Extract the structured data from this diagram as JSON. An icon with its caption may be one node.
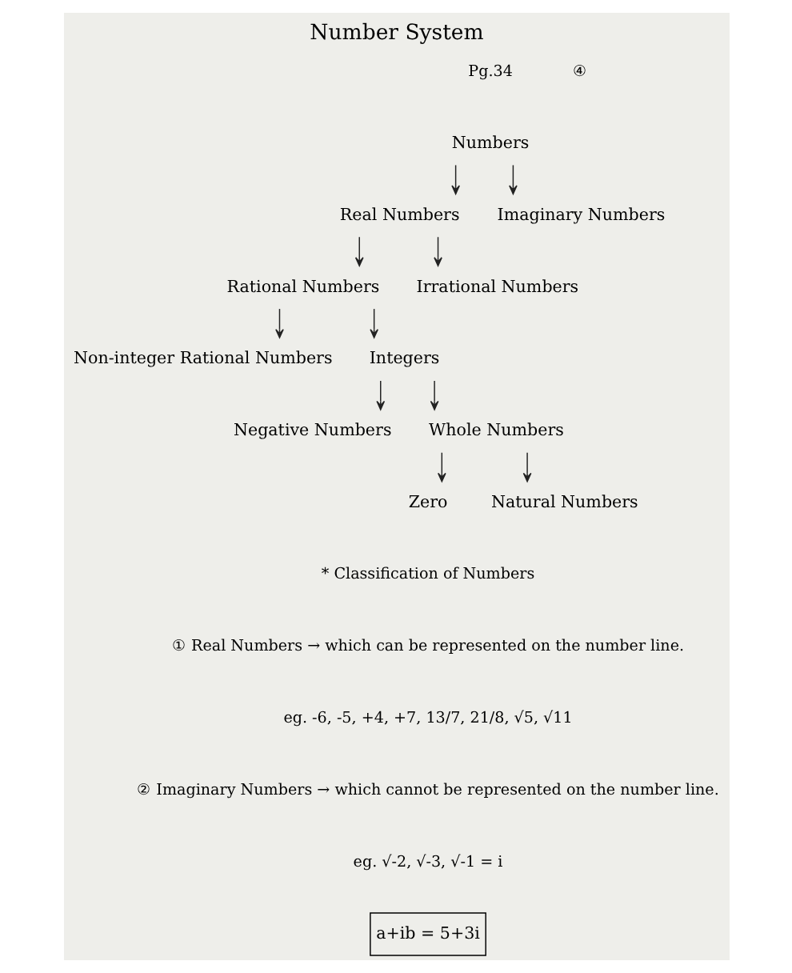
{
  "diagram": {
    "title": "Number System",
    "nodes": [
      {
        "text": [
          "Numbers"
        ]
      },
      {
        "text": [
          "Real Numbers"
        ]
      },
      {
        "text": [
          "Imaginary Numbers"
        ]
      },
      {
        "text": [
          "Rational Numbers"
        ]
      },
      {
        "text": [
          "Irrational Numbers"
        ]
      },
      {
        "text": [
          "Non-integer Rational Numbers"
        ]
      },
      {
        "text": [
          "Integers"
        ]
      },
      {
        "text": [
          "Negative Numbers"
        ]
      },
      {
        "text": [
          "Whole Numbers"
        ]
      },
      {
        "text": [
          "Zero"
        ]
      },
      {
        "text": [
          "Natural Numbers"
        ]
      },
      {
        "text": [
          "a+ib = 5+3i"
        ]
      }
    ],
    "edges": [
      {
        "from": 0,
        "to": 1,
        "arrow": "to"
      },
      {
        "from": 0,
        "to": 2,
        "arrow": "to"
      },
      {
        "from": 1,
        "to": 3,
        "arrow": "to"
      },
      {
        "from": 1,
        "to": 4,
        "arrow": "to"
      },
      {
        "from": 3,
        "to": 5,
        "arrow": "to"
      },
      {
        "from": 3,
        "to": 6,
        "arrow": "to"
      },
      {
        "from": 6,
        "to": 7,
        "arrow": "to"
      },
      {
        "from": 6,
        "to": 8,
        "arrow": "to"
      },
      {
        "from": 8,
        "to": 9,
        "arrow": "to"
      },
      {
        "from": 8,
        "to": 10,
        "arrow": "to"
      }
    ],
    "labels": [
      "Pg.34",
      "④",
      "* Classification of Numbers",
      "① Real Numbers → which can be represented on the number line.",
      "eg. -6, -5, +4, +7, 13/7, 21/8, √5, √11",
      "② Imaginary Numbers → which cannot be represented on the number line.",
      "eg. √-2, √-3, √-1 = i"
    ]
  }
}
